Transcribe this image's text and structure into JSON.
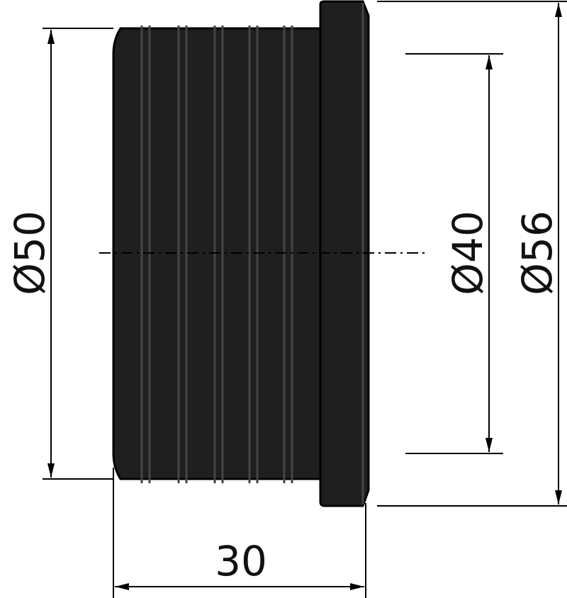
{
  "colors": {
    "part": "#1f1f1f",
    "part_edge": "#000000",
    "line": "#000000",
    "background": "#ffffff"
  },
  "dimensions": {
    "outer_diameter_left": "Ø50",
    "inner_diameter": "Ø40",
    "flange_diameter": "Ø56",
    "length": "30"
  }
}
